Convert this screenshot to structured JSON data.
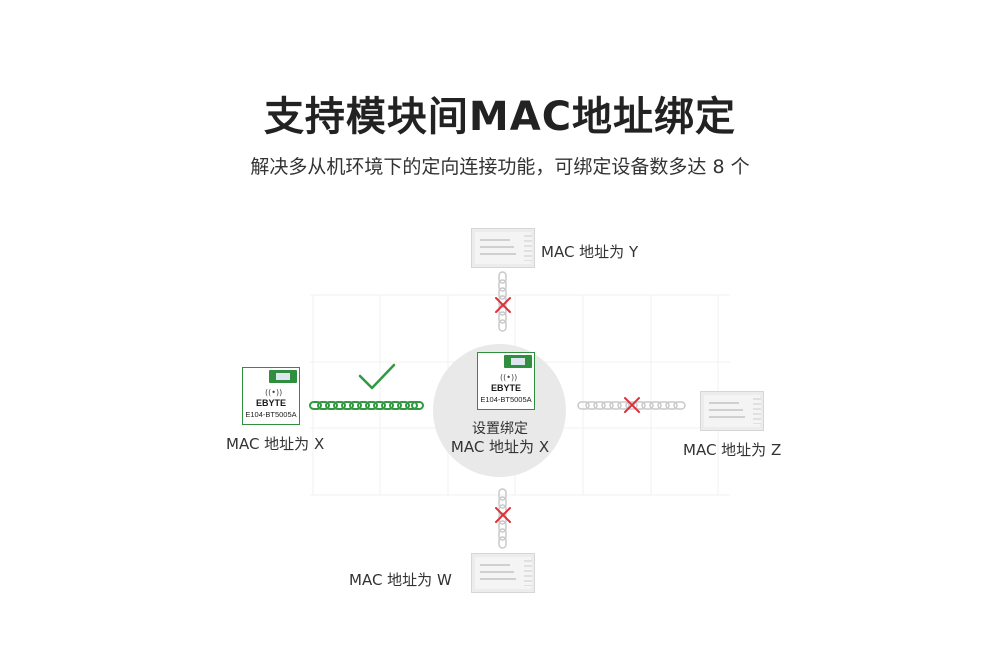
{
  "title": "支持模块间MAC地址绑定",
  "subtitle": "解决多从机环境下的定向连接功能，可绑定设备数多达 8 个",
  "center": {
    "module_brand": "EBYTE",
    "module_model": "E104-BT5005A",
    "caption_line1": "设置绑定",
    "caption_line2": "MAC 地址为 X"
  },
  "nodes": {
    "left": {
      "label": "MAC 地址为 X",
      "module_brand": "EBYTE",
      "module_model": "E104-BT5005A",
      "link": "connected"
    },
    "top": {
      "label": "MAC 地址为 Y",
      "link": "blocked"
    },
    "right": {
      "label": "MAC 地址为 Z",
      "link": "blocked"
    },
    "bottom": {
      "label": "MAC 地址为 W",
      "link": "blocked"
    }
  },
  "colors": {
    "connected": "#2f9a3f",
    "blocked": "#e0303a",
    "inactive_link": "#c9c9c9"
  }
}
